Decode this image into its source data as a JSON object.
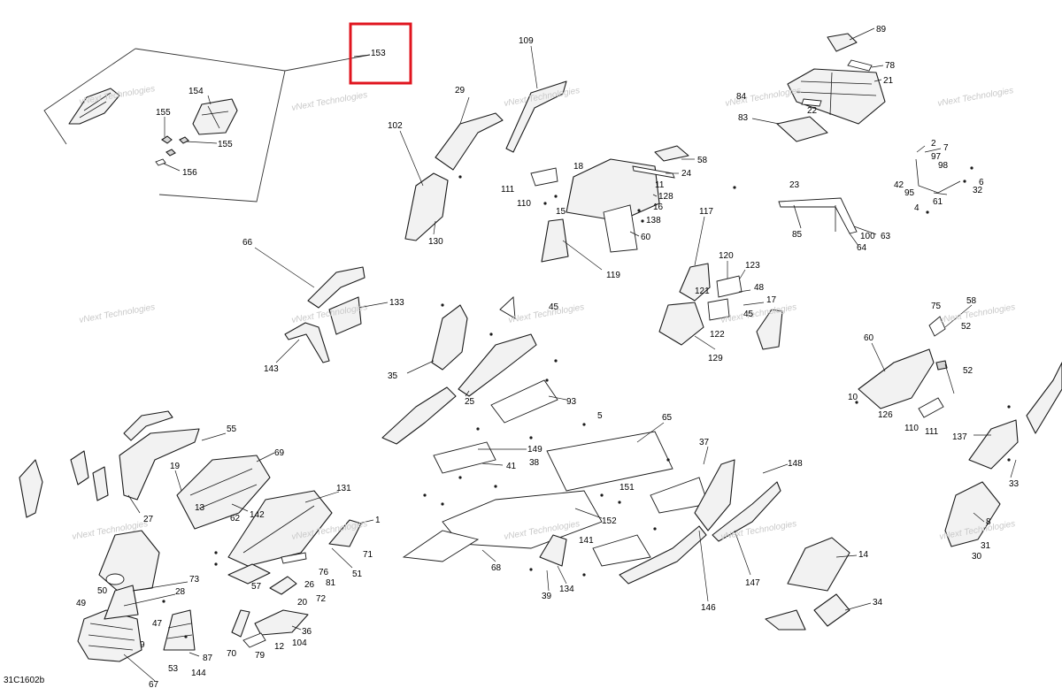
{
  "reference_code": "31C1602b",
  "watermark_text": "vNext Technologies",
  "highlight_color": "#e0141e",
  "highlighted_callout": "153",
  "callouts": [
    "153",
    "154",
    "155",
    "155",
    "156",
    "109",
    "29",
    "102",
    "130",
    "18",
    "111",
    "110",
    "15",
    "11",
    "24",
    "58",
    "128",
    "16",
    "138",
    "60",
    "119",
    "89",
    "78",
    "21",
    "84",
    "22",
    "83",
    "2",
    "7",
    "97",
    "98",
    "42",
    "95",
    "4",
    "61",
    "6",
    "32",
    "23",
    "85",
    "100",
    "64",
    "63",
    "117",
    "120",
    "123",
    "121",
    "48",
    "17",
    "45",
    "122",
    "129",
    "66",
    "133",
    "143",
    "35",
    "45",
    "25",
    "93",
    "5",
    "65",
    "149",
    "41",
    "38",
    "151",
    "152",
    "37",
    "148",
    "141",
    "134",
    "39",
    "68",
    "147",
    "146",
    "14",
    "34",
    "60",
    "75",
    "58",
    "52",
    "52",
    "10",
    "126",
    "110",
    "111",
    "137",
    "33",
    "8",
    "31",
    "30",
    "55",
    "69",
    "19",
    "13",
    "62",
    "142",
    "27",
    "131",
    "1",
    "71",
    "51",
    "76",
    "81",
    "57",
    "26",
    "72",
    "20",
    "73",
    "28",
    "50",
    "49",
    "47",
    "9",
    "53",
    "144",
    "87",
    "36",
    "104",
    "12",
    "70",
    "79",
    "67"
  ]
}
